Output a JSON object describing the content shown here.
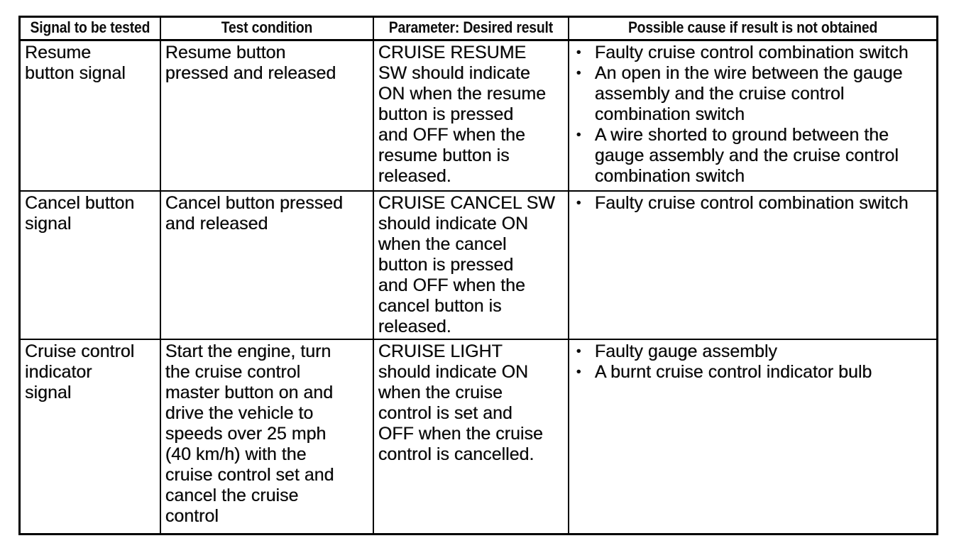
{
  "table": {
    "bullet_char": "•",
    "headers": {
      "signal": "Signal to be tested",
      "condition": "Test condition",
      "result": "Parameter: Desired result",
      "cause": "Possible cause if result is not obtained"
    },
    "rows": [
      {
        "signal": "Resume\nbutton signal",
        "condition": "Resume button\npressed and released",
        "result": "CRUISE RESUME\nSW should indicate\nON when the resume\nbutton is pressed\nand OFF when the\nresume button is\nreleased.",
        "causes": [
          "Faulty cruise control combination switch",
          "An open in the wire between the gauge\nassembly and the cruise control\ncombination switch",
          "A wire shorted to ground between the\ngauge assembly and the cruise control\ncombination switch"
        ]
      },
      {
        "signal": "Cancel button\nsignal",
        "condition": "Cancel button pressed\nand released",
        "result": "CRUISE CANCEL SW\nshould indicate ON\nwhen the cancel\nbutton is pressed\nand OFF when the\ncancel button is\nreleased.",
        "causes": [
          "Faulty cruise control combination switch"
        ]
      },
      {
        "signal": "Cruise control\nindicator\nsignal",
        "condition": "Start the engine, turn\nthe cruise control\nmaster button on and\ndrive the vehicle to\nspeeds over 25 mph\n(40 km/h) with the\ncruise control set and\ncancel the cruise\ncontrol",
        "result": "CRUISE LIGHT\nshould indicate ON\nwhen the cruise\ncontrol is set and\nOFF when the cruise\ncontrol is cancelled.",
        "causes": [
          "Faulty gauge assembly",
          "A burnt cruise control indicator bulb"
        ]
      }
    ]
  },
  "colors": {
    "paper": "#ffffff",
    "ink": "#0d0d0d",
    "border": "#000000"
  }
}
